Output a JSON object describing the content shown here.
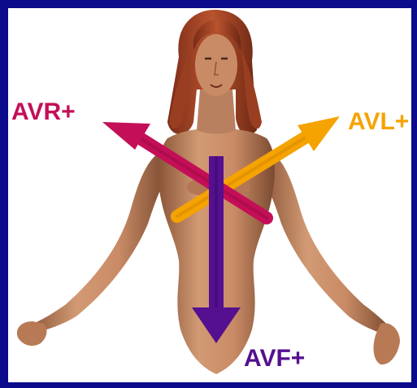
{
  "labels": {
    "avr": "AVR+",
    "avl": "AVL+",
    "avf": "AVF+"
  },
  "colors": {
    "border": "#0b0b8c",
    "avr_arrow": "#c40f58",
    "avl_arrow": "#f5a300",
    "avf_arrow": "#54108f",
    "skin": "#c98b66",
    "hair": "#a8442a"
  },
  "figure": "human-torso-illustration"
}
